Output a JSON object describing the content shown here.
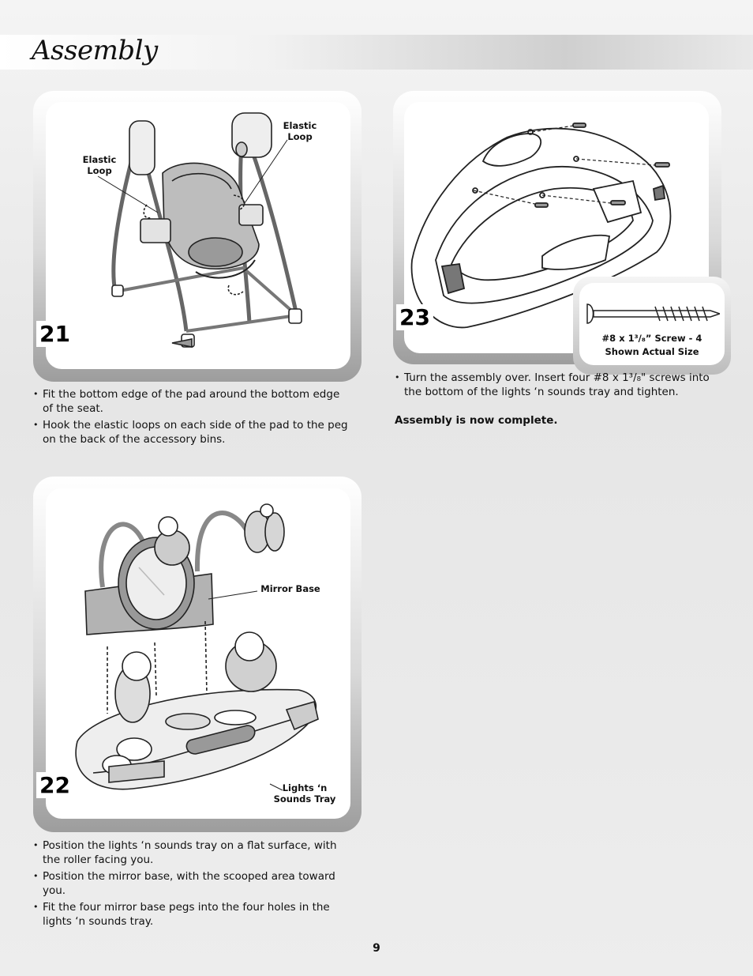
{
  "header": {
    "title": "Assembly"
  },
  "step21": {
    "number": "21",
    "callout_left_line1": "Elastic",
    "callout_left_line2": "Loop",
    "callout_right_line1": "Elastic",
    "callout_right_line2": "Loop",
    "bullets": [
      "Fit the bottom edge of the pad around the bottom edge of the seat.",
      "Hook the elastic loops on each side of the pad to the peg on the back of the accessory bins."
    ]
  },
  "step22": {
    "number": "22",
    "callout_mirror": "Mirror Base",
    "callout_tray_line1": "Lights ‘n",
    "callout_tray_line2": "Sounds Tray",
    "bullets": [
      "Position the lights ‘n sounds tray on a flat surface, with the roller facing you.",
      "Position the mirror base, with the scooped area toward you.",
      "Fit the four mirror base pegs into the four holes in the lights ‘n sounds tray."
    ]
  },
  "step23": {
    "number": "23",
    "screw_label_line1": "#8 x 1³/₈” Screw - 4",
    "screw_label_line2": "Shown Actual Size",
    "bullets": [
      "Turn the assembly over. Insert four #8 x 1³/₈\" screws into the bottom of the lights ‘n sounds tray and tighten."
    ],
    "note": "Assembly is now complete."
  },
  "footer": {
    "page_number": "9"
  }
}
